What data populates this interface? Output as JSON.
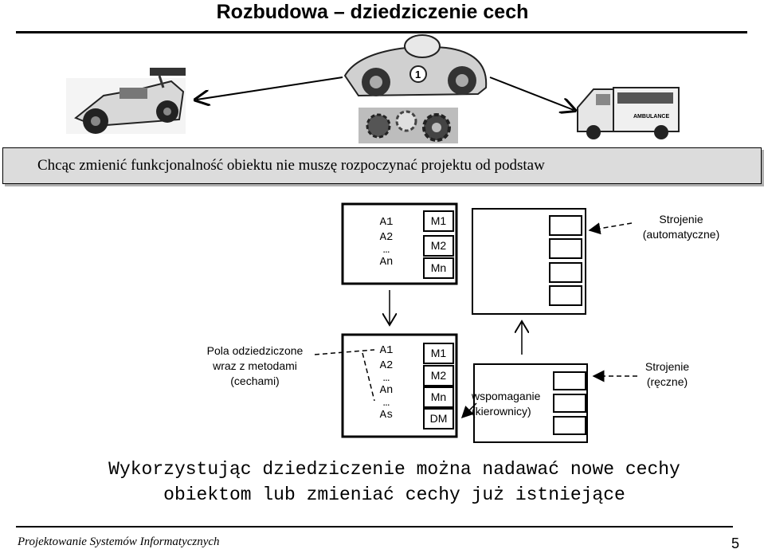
{
  "title": "Rozbudowa – dziedziczenie cech",
  "banner": "Chcąc zmienić funkcjonalność obiektu nie muszę rozpoczynać projektu od podstaw",
  "top_class": {
    "attributes": [
      "A1",
      "A2",
      "…",
      "An"
    ],
    "methods": [
      "M1",
      "M2",
      "Mn"
    ]
  },
  "tuning_auto": [
    "Strojenie",
    "(automatyczne)"
  ],
  "inherited_note": [
    "Pola odziedziczone",
    "wraz z metodami",
    "(cechami)"
  ],
  "bottom_class": {
    "attributes": [
      "A1",
      "A2",
      "…",
      "An",
      "…",
      "As"
    ],
    "methods": [
      "M1",
      "M2",
      "Mn",
      "DM"
    ]
  },
  "assist_note": [
    "wspomaganie",
    "(kierownicy)"
  ],
  "tuning_manual": [
    "Strojenie",
    "(ręczne)"
  ],
  "conclusion": [
    "Wykorzystując dziedziczenie można nadawać nowe cechy",
    "obiektom lub zmieniać cechy już istniejące"
  ],
  "footer": "Projektowanie Systemów Informatycznych",
  "page_number": "5",
  "images": [
    "formula-race-car",
    "cartoon-race-car",
    "gears",
    "ambulance"
  ]
}
